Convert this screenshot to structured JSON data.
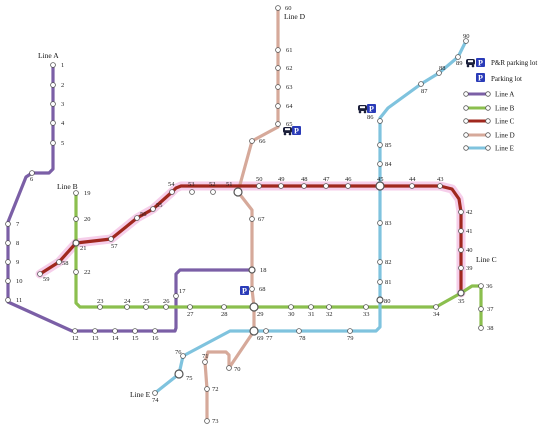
{
  "diagram": {
    "lines": [
      {
        "id": "A",
        "name": "Line A",
        "color": "#7B5FA6"
      },
      {
        "id": "B",
        "name": "Line B",
        "color": "#8BBF4E"
      },
      {
        "id": "C",
        "name": "Line C",
        "color": "#A0281E"
      },
      {
        "id": "D",
        "name": "Line D",
        "color": "#D6A99A"
      },
      {
        "id": "E",
        "name": "Line E",
        "color": "#7FC3DE"
      }
    ],
    "legend": {
      "pr_label": "P&R parking lot",
      "parking_label": "Parking lot",
      "line_labels": [
        "Line A",
        "Line B",
        "Line C",
        "Line D",
        "Line E"
      ]
    },
    "stations": [
      "1",
      "2",
      "3",
      "4",
      "5",
      "6",
      "7",
      "8",
      "9",
      "10",
      "11",
      "12",
      "13",
      "14",
      "15",
      "16",
      "17",
      "18",
      "19",
      "20",
      "21",
      "22",
      "23",
      "24",
      "25",
      "26",
      "27",
      "28",
      "29",
      "30",
      "31",
      "32",
      "33",
      "34",
      "35",
      "36",
      "37",
      "38",
      "39",
      "40",
      "41",
      "42",
      "43",
      "44",
      "45",
      "46",
      "47",
      "48",
      "49",
      "50",
      "51",
      "52",
      "53",
      "54",
      "55",
      "56",
      "57",
      "58",
      "59",
      "60",
      "61",
      "62",
      "63",
      "64",
      "65",
      "66",
      "67",
      "68",
      "69",
      "70",
      "71",
      "72",
      "73",
      "74",
      "75",
      "76",
      "77",
      "78",
      "79",
      "80",
      "81",
      "82",
      "83",
      "84",
      "85",
      "86",
      "87",
      "88",
      "89",
      "90"
    ],
    "parking_symbol": "P",
    "highlight_color": "#F4C6E6"
  }
}
